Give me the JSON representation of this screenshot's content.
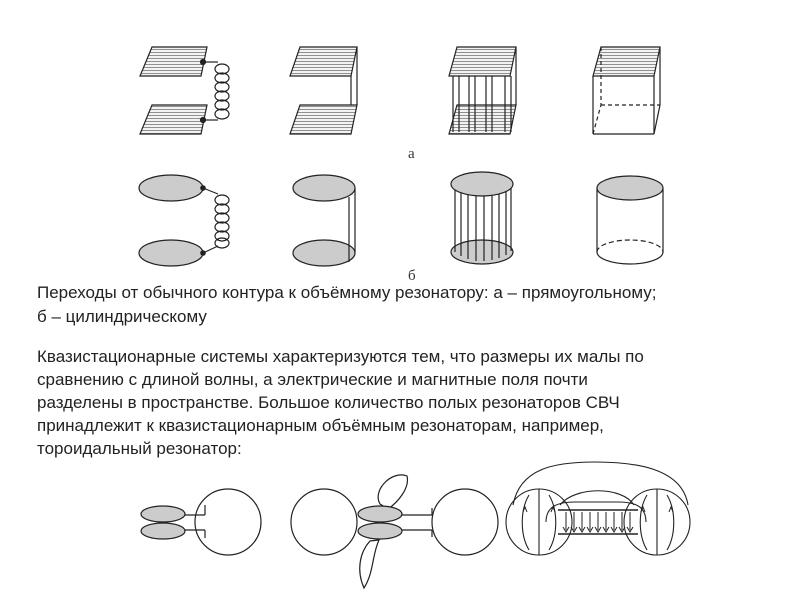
{
  "labels": {
    "a": "а",
    "b": "б"
  },
  "caption": {
    "line1": "Переходы от обычного контура к объёмному резонатору: а – прямоугольному;",
    "line2": "б – цилиндрическому"
  },
  "paragraph": {
    "lines": [
      "Квазистационарные системы характеризуются тем, что размеры их малы по",
      "сравнению с длиной волны, а электрические и магнитные поля почти",
      "разделены в пространстве. Большое количество полых резонаторов СВЧ",
      "принадлежит к квазистационарным объёмным резонаторам, например,",
      "тороидальный резонатор:"
    ]
  }
}
